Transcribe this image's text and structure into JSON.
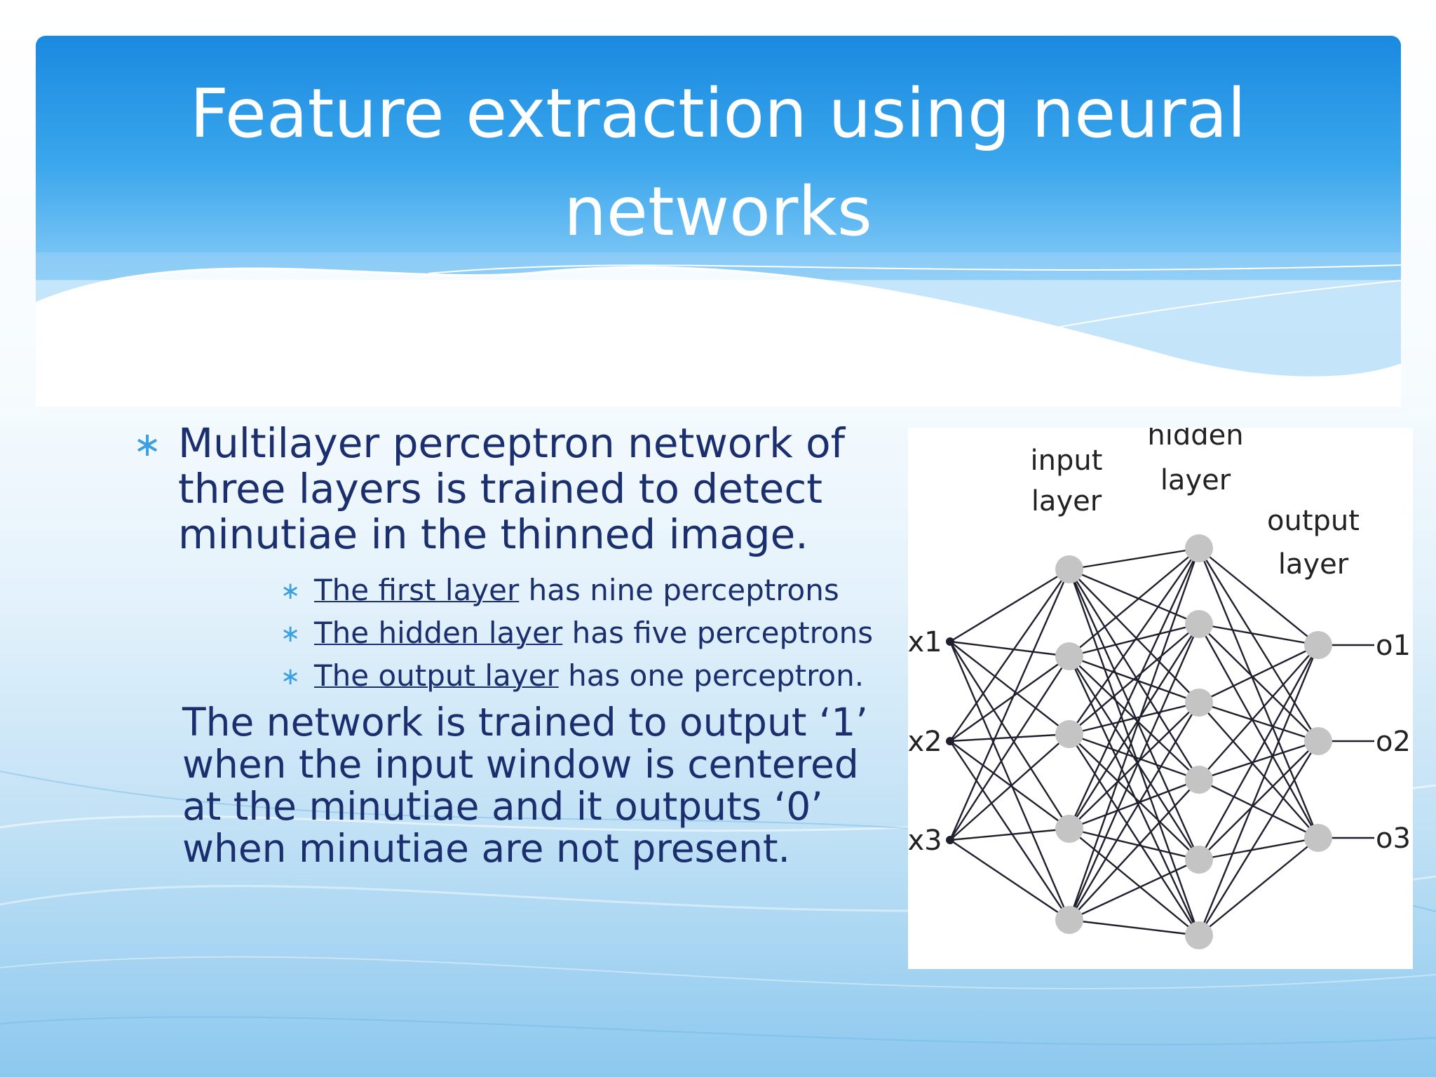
{
  "slide": {
    "title": "Feature extraction using neural networks",
    "bullet_symbol": "∗",
    "main_point": "Multilayer perceptron network of three layers is trained to detect minutiae in the thinned image.",
    "sub_points": [
      {
        "link": "The first layer",
        "rest": " has nine perceptrons"
      },
      {
        "link": "The hidden layer",
        "rest": " has five perceptrons"
      },
      {
        "link": "The output layer",
        "rest": " has one perceptron."
      }
    ],
    "paragraph_lines": [
      "The network is trained to output ‘1’",
      "when the input window is centered",
      "at the minutiae and it outputs ‘0’",
      "when minutiae are not present."
    ]
  },
  "figure": {
    "input_label": [
      "input",
      "layer"
    ],
    "hidden_label": [
      "hidden",
      "layer"
    ],
    "output_label": [
      "output",
      "layer"
    ],
    "input_labels": [
      "x1",
      "x2",
      "x3"
    ],
    "output_labels": [
      "o1",
      "o2",
      "o3"
    ],
    "colors": {
      "node": "#c4c4c4",
      "edge": "#1f1f2e",
      "accent": "#3aa0e0"
    }
  }
}
